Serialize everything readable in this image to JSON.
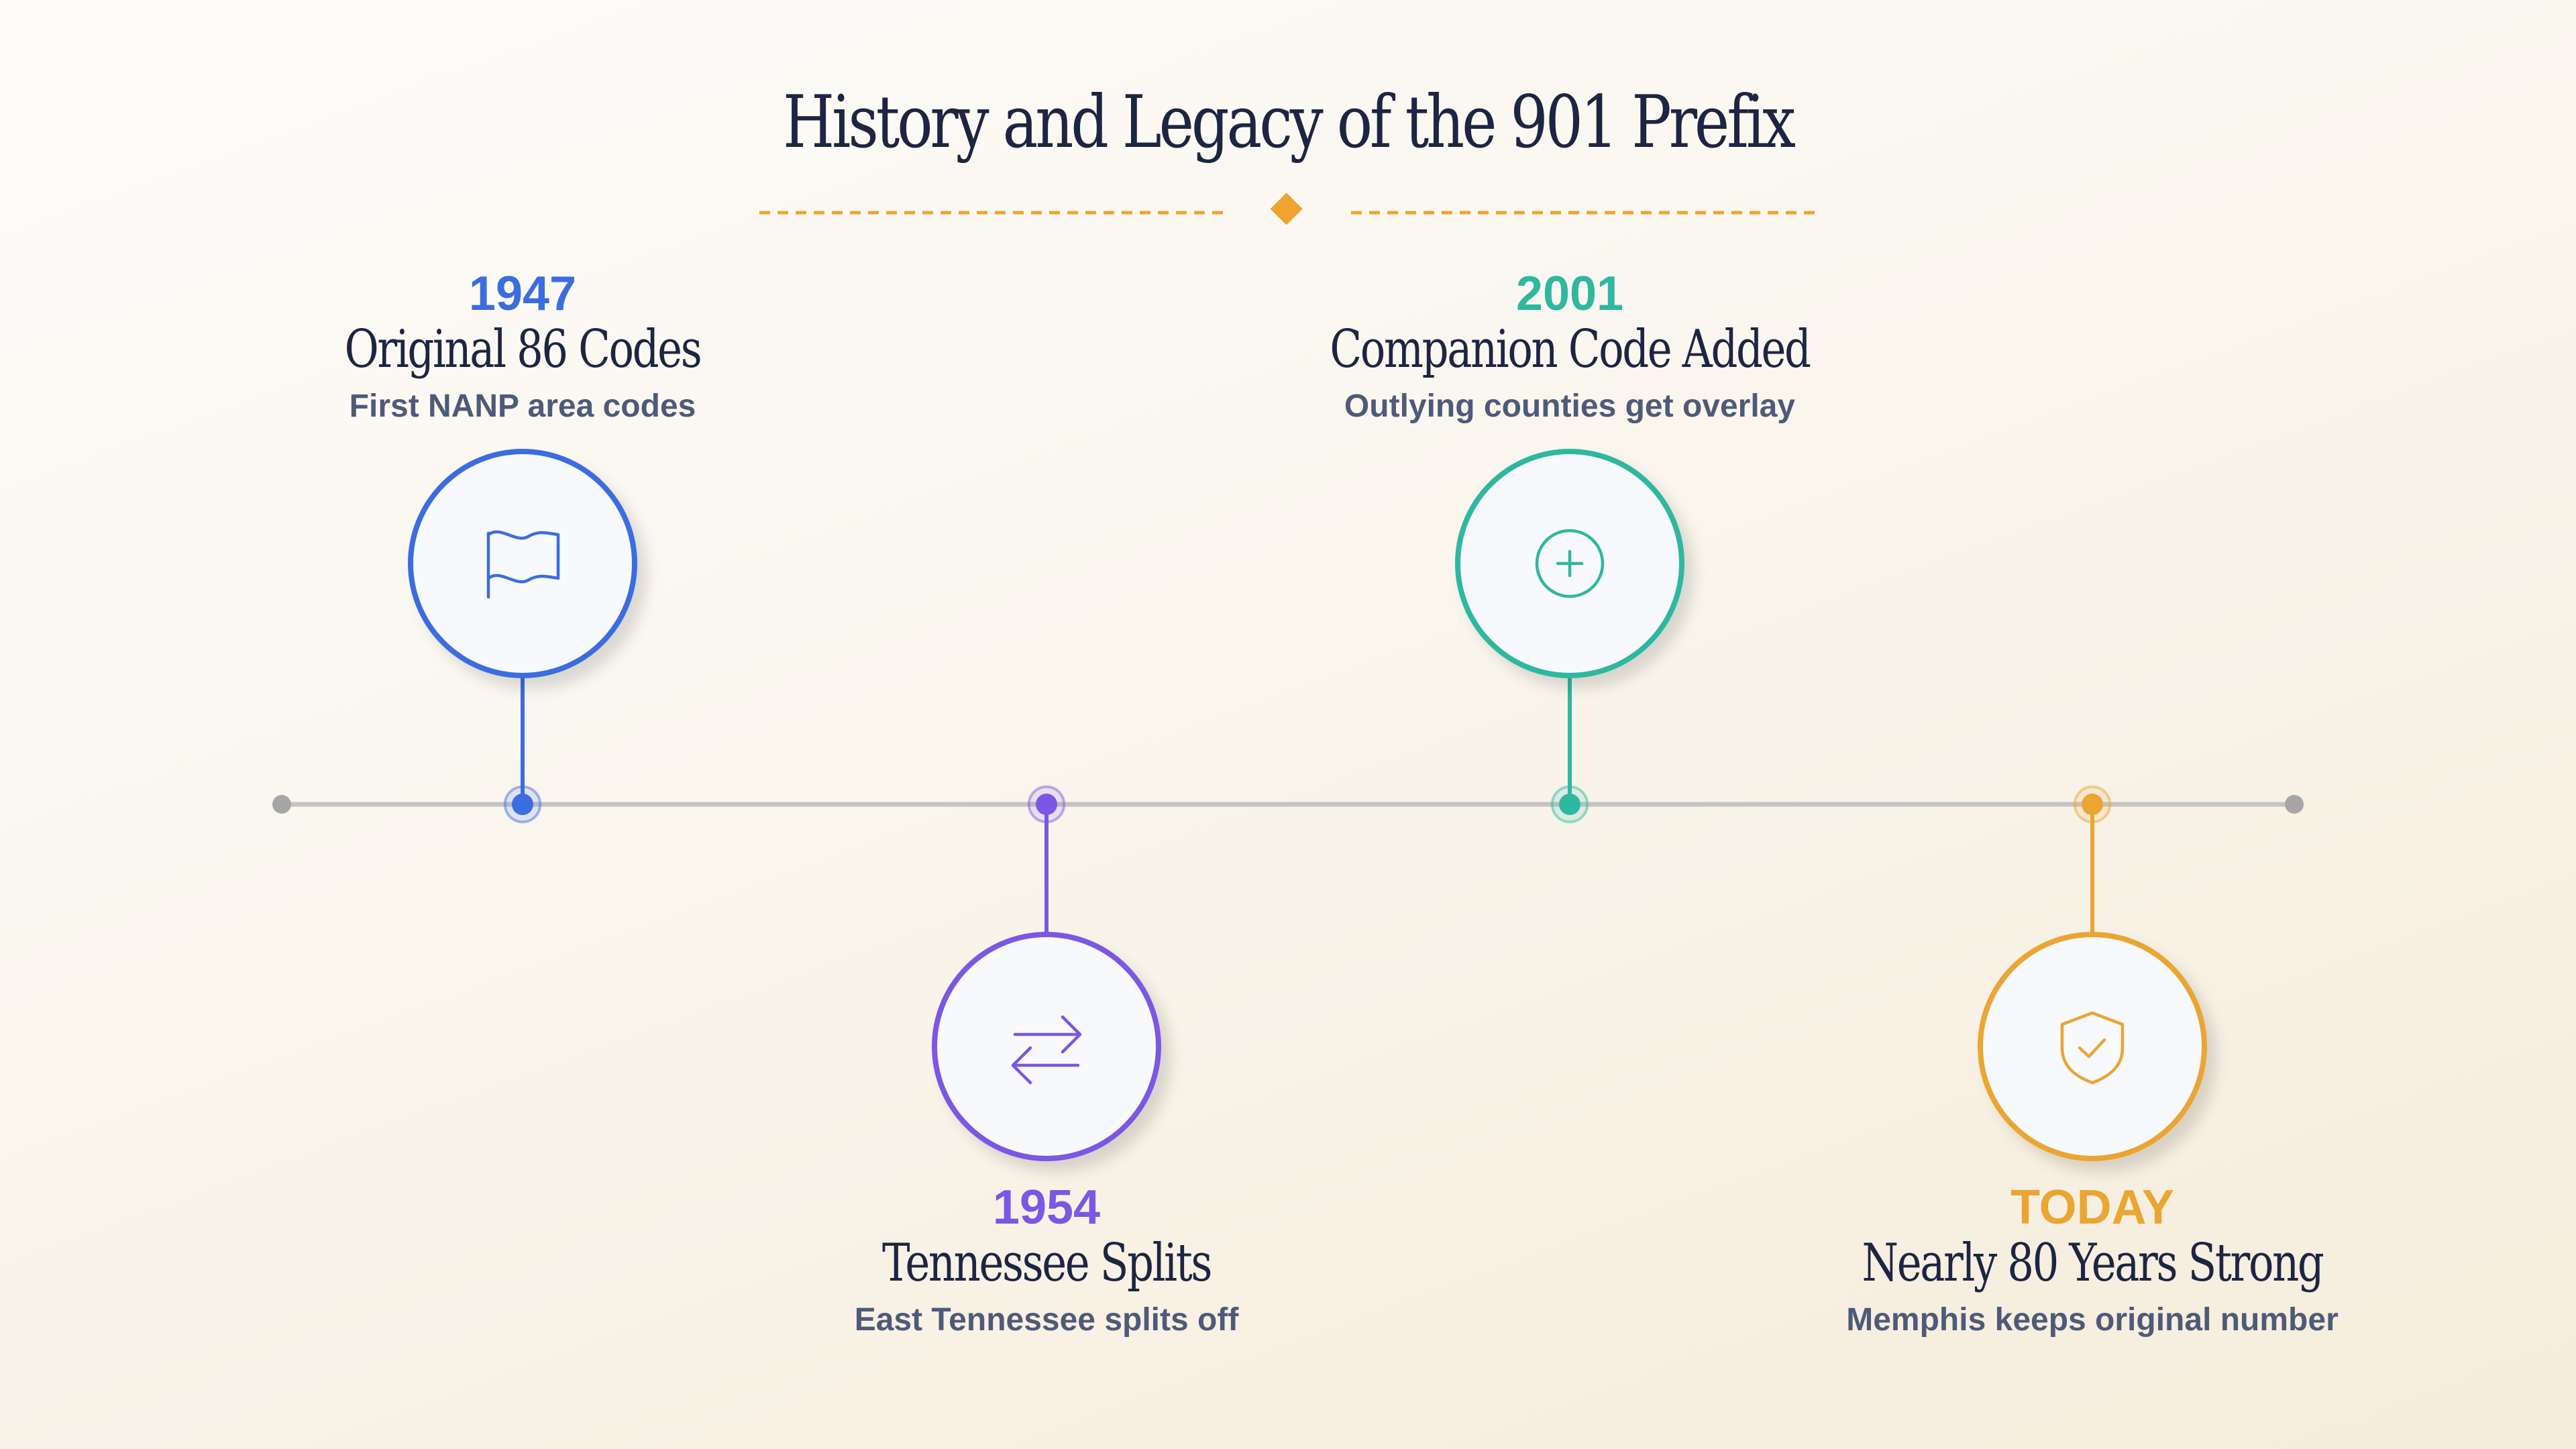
{
  "title": "History and Legacy of the 901 Prefix",
  "colors": {
    "title": "#1d2544",
    "subtitle": "#4e5a79",
    "accent_divider": "#f0a32e",
    "axis_line": "#c4c4c4",
    "axis_end": "#a6a6a6",
    "circle_fill": "#f7f9fd"
  },
  "events": [
    {
      "year": "1947",
      "heading": "Original 86 Codes",
      "subtitle": "First NANP area codes",
      "icon": "flag-icon",
      "color": "#3b6de0",
      "placement": "above"
    },
    {
      "year": "1954",
      "heading": "Tennessee Splits",
      "subtitle": "East Tennessee splits off",
      "icon": "swap-arrows-icon",
      "color": "#7b57e4",
      "placement": "below"
    },
    {
      "year": "2001",
      "heading": "Companion Code Added",
      "subtitle": "Outlying counties get overlay",
      "icon": "plus-circle-icon",
      "color": "#2eb8a0",
      "placement": "above"
    },
    {
      "year": "TODAY",
      "heading": "Nearly 80 Years Strong",
      "subtitle": "Memphis keeps original number",
      "icon": "shield-check-icon",
      "color": "#eba531",
      "placement": "below"
    }
  ]
}
